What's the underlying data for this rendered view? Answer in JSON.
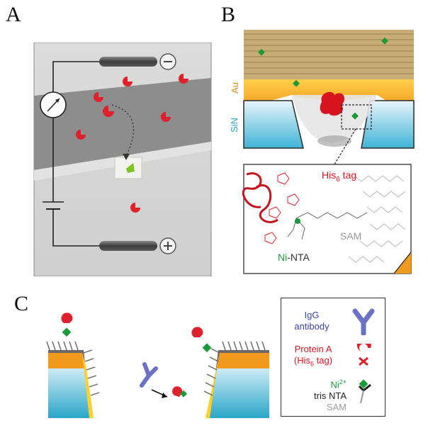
{
  "panels": {
    "a": {
      "letter": "A"
    },
    "b": {
      "letter": "B",
      "au_label": "Au",
      "sin_label": "SiN",
      "his_tag_base": "His",
      "his_tag_sub": "6",
      "his_tag_suffix": " tag",
      "ni_prefix": "Ni",
      "nta_suffix": "-NTA",
      "sam_label": "SAM"
    },
    "c": {
      "letter": "C",
      "legend": {
        "igg_line1": "IgG",
        "igg_line2": "antibody",
        "proteinA_line1": "Protein A",
        "proteinA_line2_base": "(His",
        "proteinA_line2_sub": "6",
        "proteinA_line2_suffix": " tag)",
        "ni_base": "Ni",
        "ni_sup": "2+",
        "tris_nta": "tris NTA",
        "sam": "SAM"
      }
    }
  },
  "colors": {
    "red": "#e0202a",
    "green": "#1a9a3a",
    "blue_text": "#3a46a8",
    "gold_text": "#d98a10",
    "cyan": "#2aa6c8",
    "orange": "#f29a1e",
    "gray_text": "#9a9a9a"
  }
}
